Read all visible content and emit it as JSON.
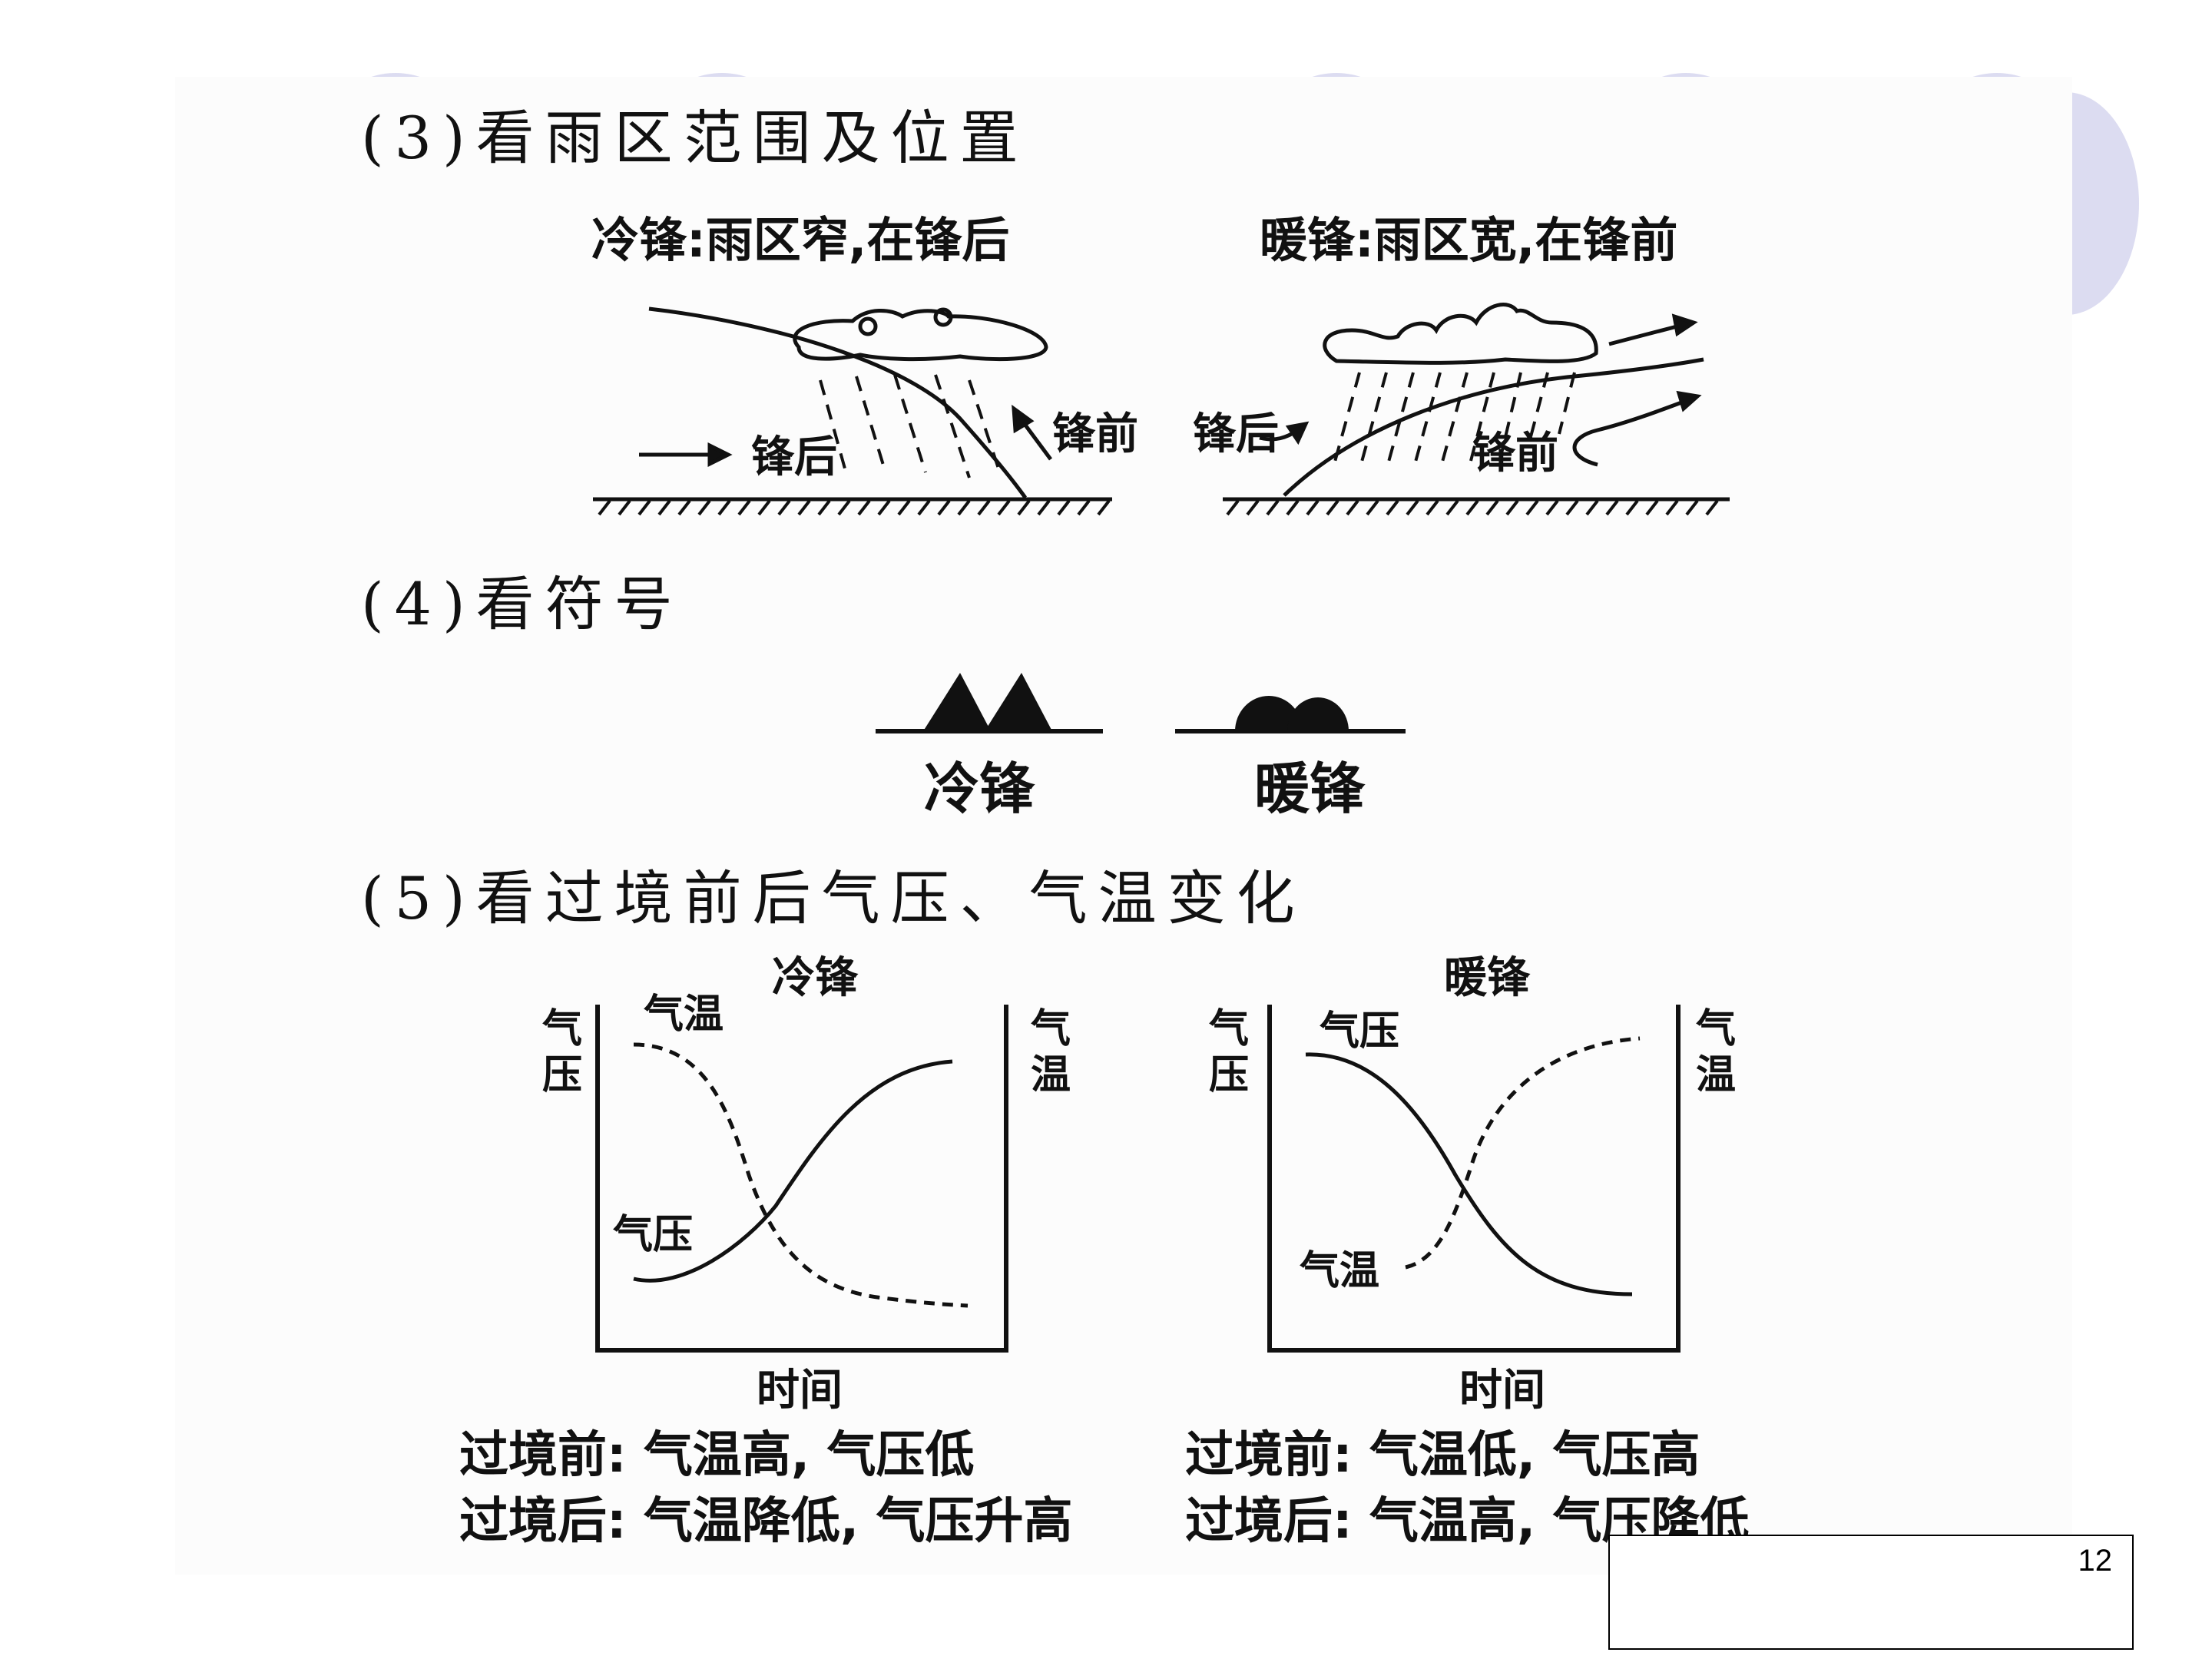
{
  "headings": {
    "rain_area": "(3)看雨区范围及位置",
    "symbols": "(4)看符号",
    "transit": "(5)看过境前后气压、气温变化"
  },
  "rain_diagram": {
    "cold_caption": "冷锋:雨区窄,在锋后",
    "warm_caption": "暖锋:雨区宽,在锋前",
    "cold_behind": "锋后",
    "cold_ahead": "锋前",
    "warm_behind": "锋后",
    "warm_ahead": "锋前"
  },
  "symbol_legend": {
    "cold_label": "冷锋",
    "warm_label": "暖锋"
  },
  "transit_charts": {
    "cold": {
      "title": "冷锋",
      "left_axis": "气压",
      "right_axis": "气温",
      "x_axis": "时间",
      "temp_label": "气温",
      "pressure_label": "气压",
      "summary_before": "过境前: 气温高, 气压低",
      "summary_after": "过境后: 气温降低, 气压升高"
    },
    "warm": {
      "title": "暖锋",
      "left_axis": "气压",
      "right_axis": "气温",
      "x_axis": "时间",
      "temp_label": "气温",
      "pressure_label": "气压",
      "summary_before": "过境前: 气温低, 气压高",
      "summary_after": "过境后: 气温高, 气压降低"
    }
  },
  "page_number": "12",
  "colors": {
    "decoration": "#dcdcf1",
    "ink": "#111111"
  }
}
